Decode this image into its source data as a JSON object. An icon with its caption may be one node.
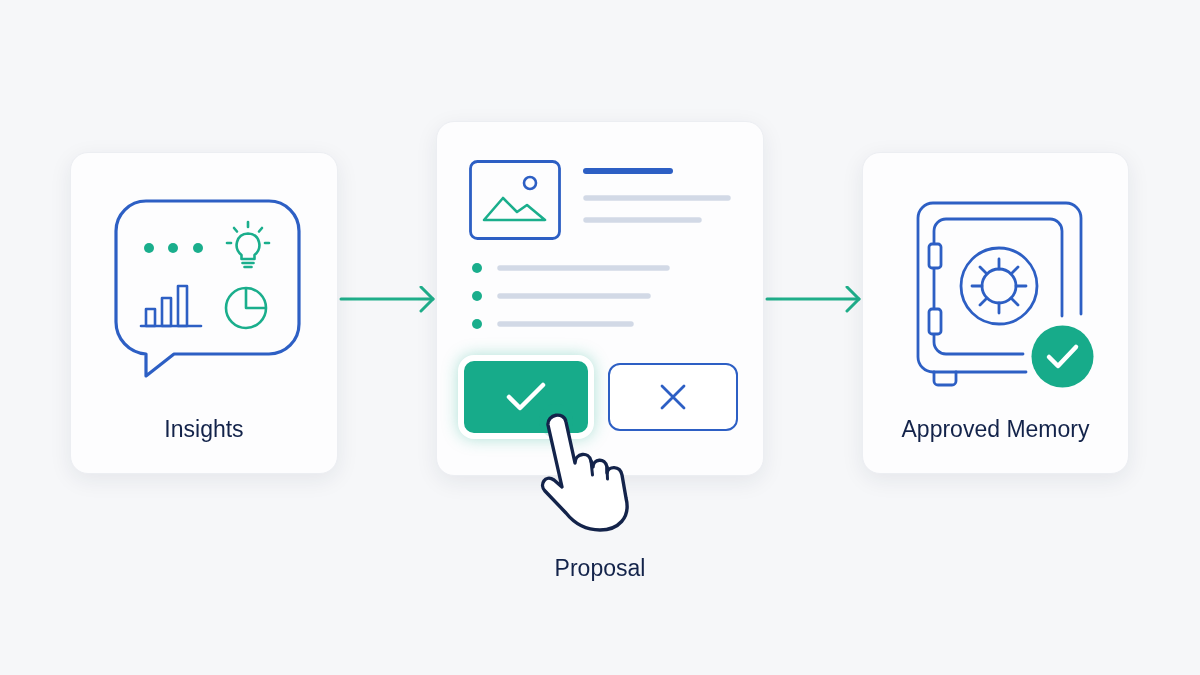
{
  "diagram": {
    "nodes": [
      {
        "text": [
          "Insights"
        ]
      },
      {
        "text": [
          "Proposal"
        ]
      },
      {
        "text": [
          "Approved Memory"
        ]
      }
    ],
    "edges": [
      {
        "from": 0,
        "to": 1,
        "arrow": "to"
      },
      {
        "from": 1,
        "to": 2,
        "arrow": "to"
      }
    ]
  }
}
